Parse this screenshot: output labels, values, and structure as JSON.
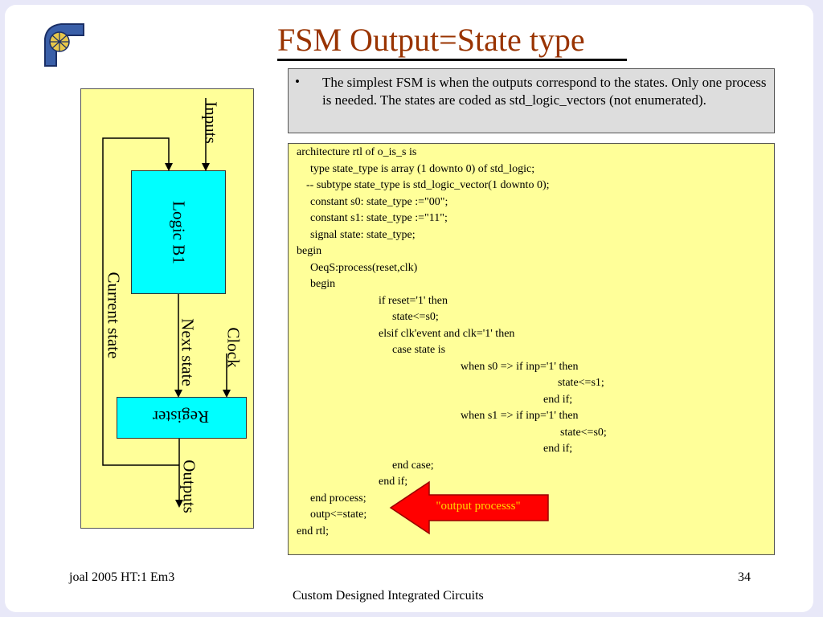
{
  "slide": {
    "title": "FSM Output=State type",
    "bullet": "The simplest FSM is when the outputs correspond to the states. Only one process is needed. The states are coded as std_logic_vectors (not enumerated).",
    "bullet_symbol": "•"
  },
  "code": {
    "lines": [
      "architecture rtl of o_is_s is",
      "type state_type is array (1 downto 0) of std_logic;",
      "-- subtype state_type is std_logic_vector(1 downto 0);",
      "constant s0: state_type :=\"00\";",
      "constant s1: state_type :=\"11\";",
      "signal state: state_type;",
      "begin",
      "OeqS:process(reset,clk)",
      "begin",
      "if reset='1' then",
      "state<=s0;",
      "elsif clk'event and clk='1' then",
      "case state is",
      "when s0 => if inp='1' then",
      "state<=s1;",
      "end if;",
      "when s1 => if inp='1' then",
      "state<=s0;",
      "end if;",
      "end case;",
      "end if;",
      "end process;",
      "outp<=state;",
      "end rtl;"
    ]
  },
  "diagram": {
    "inputs_label": "Inputs",
    "logic_label": "Logic B1",
    "current_state_label": "Current state",
    "next_state_label": "Next state",
    "clock_label": "Clock",
    "register_label": "Register",
    "outputs_label": "Outputs"
  },
  "callout": {
    "label": "\"output processs\"",
    "fill_color": "#ff0000"
  },
  "footer": {
    "left": "joal 2005 HT:1 Em3",
    "center": "Custom Designed Integrated Circuits",
    "page": "34"
  }
}
